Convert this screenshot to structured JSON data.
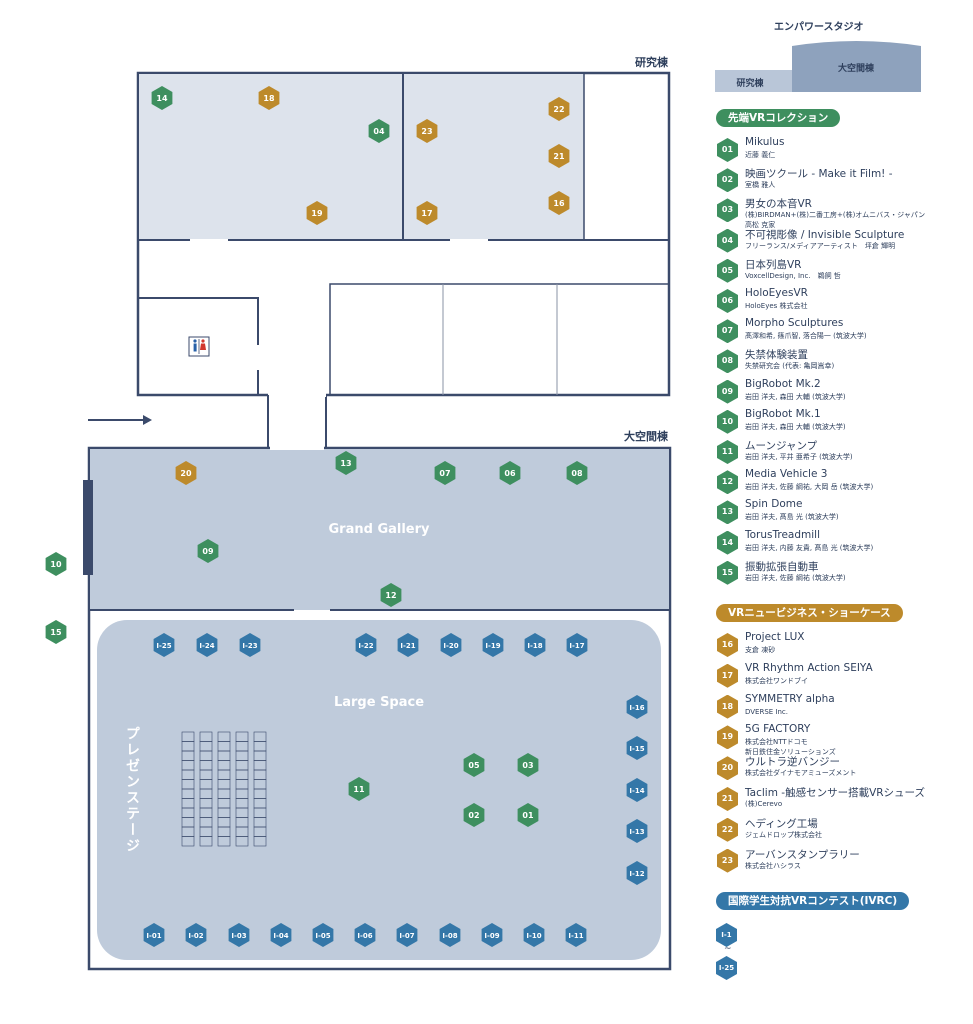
{
  "colors": {
    "green": "#3e8f5f",
    "gold": "#bd8a2b",
    "blue": "#3477a8",
    "wall": "#3b4a6b",
    "floor_light": "#dde3ec",
    "floor_mid": "#bfcbdb"
  },
  "map": {
    "area_kenkyu": "研究棟",
    "area_daikukan": "大空間棟",
    "grand_gallery": "Grand Gallery",
    "large_space": "Large Space",
    "stage": "プレゼンステージ",
    "restroom_icon": "restroom-icon",
    "markers": [
      {
        "id": "m14",
        "label": "14",
        "kind": "green"
      },
      {
        "id": "m18",
        "label": "18",
        "kind": "gold"
      },
      {
        "id": "m04",
        "label": "04",
        "kind": "green"
      },
      {
        "id": "m19",
        "label": "19",
        "kind": "gold"
      },
      {
        "id": "m23",
        "label": "23",
        "kind": "gold"
      },
      {
        "id": "m22",
        "label": "22",
        "kind": "gold"
      },
      {
        "id": "m21",
        "label": "21",
        "kind": "gold"
      },
      {
        "id": "m16",
        "label": "16",
        "kind": "gold"
      },
      {
        "id": "m17",
        "label": "17",
        "kind": "gold"
      },
      {
        "id": "m20",
        "label": "20",
        "kind": "gold"
      },
      {
        "id": "m13",
        "label": "13",
        "kind": "green"
      },
      {
        "id": "m07",
        "label": "07",
        "kind": "green"
      },
      {
        "id": "m06",
        "label": "06",
        "kind": "green"
      },
      {
        "id": "m08",
        "label": "08",
        "kind": "green"
      },
      {
        "id": "m09",
        "label": "09",
        "kind": "green"
      },
      {
        "id": "m10",
        "label": "10",
        "kind": "green"
      },
      {
        "id": "m12",
        "label": "12",
        "kind": "green"
      },
      {
        "id": "m15",
        "label": "15",
        "kind": "green"
      },
      {
        "id": "m05",
        "label": "05",
        "kind": "green"
      },
      {
        "id": "m03",
        "label": "03",
        "kind": "green"
      },
      {
        "id": "m11",
        "label": "11",
        "kind": "green"
      },
      {
        "id": "m02",
        "label": "02",
        "kind": "green"
      },
      {
        "id": "m01",
        "label": "01",
        "kind": "green"
      },
      {
        "id": "i25",
        "label": "I-25",
        "kind": "blue"
      },
      {
        "id": "i24",
        "label": "I-24",
        "kind": "blue"
      },
      {
        "id": "i23",
        "label": "I-23",
        "kind": "blue"
      },
      {
        "id": "i22",
        "label": "I-22",
        "kind": "blue"
      },
      {
        "id": "i21",
        "label": "I-21",
        "kind": "blue"
      },
      {
        "id": "i20",
        "label": "I-20",
        "kind": "blue"
      },
      {
        "id": "i19",
        "label": "I-19",
        "kind": "blue"
      },
      {
        "id": "i18",
        "label": "I-18",
        "kind": "blue"
      },
      {
        "id": "i17",
        "label": "I-17",
        "kind": "blue"
      },
      {
        "id": "i16",
        "label": "I-16",
        "kind": "blue"
      },
      {
        "id": "i15",
        "label": "I-15",
        "kind": "blue"
      },
      {
        "id": "i14",
        "label": "I-14",
        "kind": "blue"
      },
      {
        "id": "i13",
        "label": "I-13",
        "kind": "blue"
      },
      {
        "id": "i12",
        "label": "I-12",
        "kind": "blue"
      },
      {
        "id": "i01",
        "label": "I-01",
        "kind": "blue"
      },
      {
        "id": "i02",
        "label": "I-02",
        "kind": "blue"
      },
      {
        "id": "i03",
        "label": "I-03",
        "kind": "blue"
      },
      {
        "id": "i04",
        "label": "I-04",
        "kind": "blue"
      },
      {
        "id": "i05",
        "label": "I-05",
        "kind": "blue"
      },
      {
        "id": "i06",
        "label": "I-06",
        "kind": "blue"
      },
      {
        "id": "i07",
        "label": "I-07",
        "kind": "blue"
      },
      {
        "id": "i08",
        "label": "I-08",
        "kind": "blue"
      },
      {
        "id": "i09",
        "label": "I-09",
        "kind": "blue"
      },
      {
        "id": "i10",
        "label": "I-10",
        "kind": "blue"
      },
      {
        "id": "i11",
        "label": "I-11",
        "kind": "blue"
      }
    ]
  },
  "legend": {
    "building_name": "エンパワースタジオ",
    "building_labels": {
      "kenkyu": "研究棟",
      "daikukan": "大空間棟"
    },
    "section1": "先端VRコレクション",
    "section2": "VRニュービジネス・ショーケース",
    "section3": "国際学生対抗VRコンテスト(IVRC)",
    "items1": [
      {
        "num": "01",
        "title": "Mikulus",
        "sub": "近藤 義仁"
      },
      {
        "num": "02",
        "title": "映画ツクール - Make it Film! -",
        "sub": "室橋 雅人"
      },
      {
        "num": "03",
        "title": "男女の本音VR",
        "sub": "(株)BIRDMAN+(株)二番工房+(株)オムニバス・ジャパン\n高松 克家"
      },
      {
        "num": "04",
        "title": "不可視彫像 / Invisible Sculpture",
        "sub": "フリーランス/メディアアーティスト　坪倉 輝明"
      },
      {
        "num": "05",
        "title": "日本列島VR",
        "sub": "VoxcellDesign, Inc.　鵜飼 哲"
      },
      {
        "num": "06",
        "title": "HoloEyesVR",
        "sub": "HoloEyes 株式会社"
      },
      {
        "num": "07",
        "title": "Morpho Sculptures",
        "sub": "髙澤和希, 篠爪智, 落合陽一 (筑波大学)"
      },
      {
        "num": "08",
        "title": "失禁体験装置",
        "sub": "失禁研究会 (代表: 亀岡嵩幸)"
      },
      {
        "num": "09",
        "title": "BigRobot Mk.2",
        "sub": "岩田 洋夫, 森田 大輔 (筑波大学)"
      },
      {
        "num": "10",
        "title": "BigRobot Mk.1",
        "sub": "岩田 洋夫, 森田 大輔 (筑波大学)"
      },
      {
        "num": "11",
        "title": "ムーンジャンプ",
        "sub": "岩田 洋夫, 平井 亜希子 (筑波大学)"
      },
      {
        "num": "12",
        "title": "Media Vehicle 3",
        "sub": "岩田 洋夫, 佐藤 綱祐, 大岡 岳 (筑波大学)"
      },
      {
        "num": "13",
        "title": "Spin Dome",
        "sub": "岩田 洋夫, 髙島 光 (筑波大学)"
      },
      {
        "num": "14",
        "title": "TorusTreadmill",
        "sub": "岩田 洋夫, 内藤 友貴, 髙島 光 (筑波大学)"
      },
      {
        "num": "15",
        "title": "振動拡張自動車",
        "sub": "岩田 洋夫, 佐藤 綱祐 (筑波大学)"
      }
    ],
    "items2": [
      {
        "num": "16",
        "title": "Project LUX",
        "sub": "支倉 凍砂"
      },
      {
        "num": "17",
        "title": "VR Rhythm Action SEIYA",
        "sub": "株式会社ワンドブイ"
      },
      {
        "num": "18",
        "title": "SYMMETRY alpha",
        "sub": "DVERSE Inc."
      },
      {
        "num": "19",
        "title": "5G FACTORY",
        "sub": "株式会社NTTドコモ\n新日鉄住金ソリューションズ"
      },
      {
        "num": "20",
        "title": "ウルトラ逆バンジー",
        "sub": "株式会社ダイナモアミューズメント"
      },
      {
        "num": "21",
        "title": "Taclim -触感センサー搭載VRシューズ",
        "sub": "(株)Cerevo"
      },
      {
        "num": "22",
        "title": "ヘディング工場",
        "sub": "ジェムドロップ株式会社"
      },
      {
        "num": "23",
        "title": "アーバンスタンプラリー",
        "sub": "株式会社ハシラス"
      }
    ],
    "ivrc_from": "I-1",
    "ivrc_tilde": "~",
    "ivrc_to": "I-25"
  }
}
